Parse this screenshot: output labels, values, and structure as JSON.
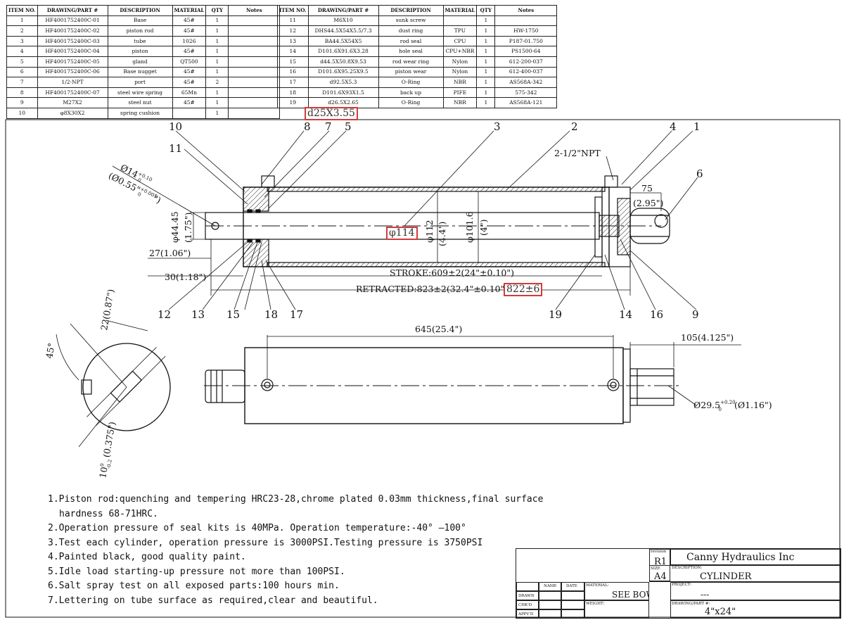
{
  "bom_headers": {
    "item": "ITEM NO.",
    "part": "DRAWING/PART #",
    "desc": "DESCRIPTION",
    "material": "MATERIAL",
    "qty": "QTY",
    "notes": "Notes"
  },
  "bom_left": [
    {
      "item": "1",
      "part": "HF4001752400C-01",
      "desc": "Base",
      "material": "45#",
      "qty": "1",
      "notes": ""
    },
    {
      "item": "2",
      "part": "HF4001752400C-02",
      "desc": "piston rod",
      "material": "45#",
      "qty": "1",
      "notes": ""
    },
    {
      "item": "3",
      "part": "HF4001752400C-03",
      "desc": "tube",
      "material": "1026",
      "qty": "1",
      "notes": ""
    },
    {
      "item": "4",
      "part": "HF4001752400C-04",
      "desc": "piston",
      "material": "45#",
      "qty": "1",
      "notes": ""
    },
    {
      "item": "5",
      "part": "HF4001752400C-05",
      "desc": "gland",
      "material": "QT500",
      "qty": "1",
      "notes": ""
    },
    {
      "item": "6",
      "part": "HF4001752400C-06",
      "desc": "Base nugget",
      "material": "45#",
      "qty": "1",
      "notes": ""
    },
    {
      "item": "7",
      "part": "1/2-NPT",
      "desc": "port",
      "material": "45#",
      "qty": "2",
      "notes": ""
    },
    {
      "item": "8",
      "part": "HF4001752400C-07",
      "desc": "steel wire spring",
      "material": "65Mn",
      "qty": "1",
      "notes": ""
    },
    {
      "item": "9",
      "part": "M27X2",
      "desc": "steel nut",
      "material": "45#",
      "qty": "1",
      "notes": ""
    },
    {
      "item": "10",
      "part": "φ8X30X2",
      "desc": "spring cushion",
      "material": "",
      "qty": "1",
      "notes": ""
    }
  ],
  "bom_right": [
    {
      "item": "11",
      "part": "M6X10",
      "desc": "sunk screw",
      "material": "",
      "qty": "1",
      "notes": ""
    },
    {
      "item": "12",
      "part": "DHS44.5X54X5.5/7.3",
      "desc": "dust ring",
      "material": "TPU",
      "qty": "1",
      "notes": "HW-1750"
    },
    {
      "item": "13",
      "part": "BA44.5X54X5",
      "desc": "rod seal",
      "material": "CPU",
      "qty": "1",
      "notes": "P187-01.750"
    },
    {
      "item": "14",
      "part": "D101.6X91.6X3.28",
      "desc": "hole seal",
      "material": "CPU+NBR",
      "qty": "1",
      "notes": "PS1500-64"
    },
    {
      "item": "15",
      "part": "d44.5X50.8X9.53",
      "desc": "rod wear ring",
      "material": "Nylon",
      "qty": "1",
      "notes": "612-200-037"
    },
    {
      "item": "16",
      "part": "D101.6X95.25X9.5",
      "desc": "piston wear",
      "material": "Nylon",
      "qty": "1",
      "notes": "612-400-037"
    },
    {
      "item": "17",
      "part": "d92.5X5.3",
      "desc": "O-Ring",
      "material": "NBR",
      "qty": "1",
      "notes": "AS568A-342"
    },
    {
      "item": "18",
      "part": "D101.6X93X1.5",
      "desc": "back up",
      "material": "PIFE",
      "qty": "1",
      "notes": "575-342"
    },
    {
      "item": "19",
      "part": "d26.5X2.65",
      "desc": "O-Ring",
      "material": "NBR",
      "qty": "1",
      "notes": "AS568A-121"
    }
  ],
  "highlights": {
    "oring_extra": "d25X3.55",
    "tube_od": "φ114",
    "retracted_alt": "822±6"
  },
  "dims": {
    "dia_14": "Ø14",
    "dia_14_tol_up": "+0.10",
    "dia_14_tol_low": "0",
    "dia_055": "(Ø0.55\"",
    "dia_055_tol_up": "+0.005",
    "dia_055_tol_low": "0",
    "dia_055_close": "\")",
    "rod_dia": "φ44.45",
    "rod_dia_in": "(1.75\")",
    "bore_112": "φ112",
    "bore_112_in": "(4.4\")",
    "bore_1016": "φ101.6",
    "bore_1016_in": "(4\")",
    "npt": "2-1/2\"NPT",
    "d75": "75",
    "d75_in": "(2.95\")",
    "d27": "27(1.06\")",
    "d30": "30(1.18\")",
    "stroke": "STROKE:609±2(24\"±0.10\")",
    "retracted": "RETRACTED:823±2(32.4\"±0.10\")",
    "d645": "645(25.4\")",
    "d105": "105(4.125\")",
    "pin_dia": "Ø29.5",
    "pin_tol_up": "+0.20",
    "pin_tol_low": "0",
    "pin_dia_in": "(Ø1.16\")",
    "angle": "45°",
    "d22": "22(0.87\")",
    "d10": "10",
    "d10_tol_up": "0",
    "d10_tol_low": "-0.2",
    "d10_in": "(0.375\")"
  },
  "balloons": [
    "1",
    "2",
    "3",
    "4",
    "5",
    "6",
    "7",
    "8",
    "9",
    "10",
    "11",
    "12",
    "13",
    "14",
    "15",
    "16",
    "17",
    "18",
    "19"
  ],
  "notes": [
    "1.Piston rod:quenching and tempering HRC23-28,chrome plated 0.03mm thickness,final surface",
    "hardness 68-71HRC.",
    "2.Operation pressure of seal kits is 40MPa. Operation temperature:-40°  —100°",
    "3.Test each cylinder, operation pressure is 3000PSI.Testing pressure is 3750PSI",
    "4.Painted black, good quality paint.",
    "5.Idle load starting-up pressure not more than 100PSI.",
    "6.Salt spray test on all exposed parts:100 hours min.",
    "7.Lettering on tube surface as required,clear and beautiful."
  ],
  "title_block": {
    "revision_label": "revision",
    "revision": "R1",
    "size_label": "SIZE",
    "size": "A4",
    "company": "Canny Hydraulics Inc",
    "description_label": "DESCRIPTION:",
    "description": "CYLINDER",
    "project_label": "PROJECT:",
    "project": "---",
    "name_label": "NAME",
    "date_label": "DATE",
    "drawn_label": "DRAWN",
    "chkd_label": "CHK'D",
    "appvd_label": "APPV'D",
    "material_label": "MATERIAL:",
    "material": "SEE BOW",
    "weight_label": "WEIGHT:",
    "part_label": "DRAWING/PART #:",
    "part": "4\"x24\""
  }
}
